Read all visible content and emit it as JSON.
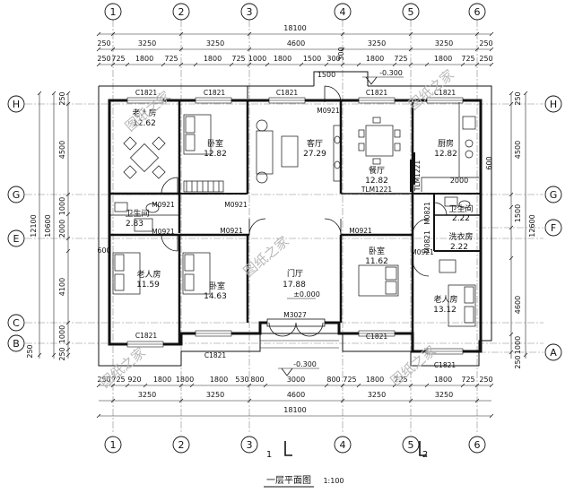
{
  "axes": {
    "top": [
      "1",
      "2",
      "3",
      "4",
      "5",
      "6"
    ],
    "bottom": [
      "1",
      "2",
      "3",
      "4",
      "5",
      "6"
    ],
    "left": [
      "H",
      "G",
      "E",
      "C",
      "B"
    ],
    "right": [
      "H",
      "G",
      "F",
      "A"
    ]
  },
  "dims": {
    "top_total": "18100",
    "top_row1": [
      "250",
      "3250",
      "3250",
      "4600",
      "3250",
      "250"
    ],
    "top_row2": [
      "250",
      "725",
      "1800",
      "725",
      "1800",
      "725",
      "1000",
      "1800",
      "1500",
      "300",
      "1800",
      "725",
      "1800",
      "725",
      "250"
    ],
    "top_extra": [
      "1500",
      "300"
    ],
    "bottom_row1": [
      "250",
      "725",
      "920",
      "1800",
      "530",
      "800",
      "3000",
      "800",
      "725",
      "1800",
      "725",
      "1800",
      "725",
      "250"
    ],
    "bottom_row2": [
      "3250",
      "3250",
      "4600",
      "3250",
      "3250"
    ],
    "bottom_total": "18100",
    "left_total": "12100",
    "left_mid": "10600",
    "left_row": [
      "250",
      "4500",
      "1000",
      "2000",
      "600",
      "4100",
      "1000",
      "250",
      "250"
    ],
    "right_total": "12600",
    "right_row": [
      "250",
      "4500",
      "600",
      "2000",
      "1500",
      "4600",
      "1000",
      "250"
    ]
  },
  "elevations": {
    "top": "-0.300",
    "bottom": "-0.300",
    "entrance": "±0.000"
  },
  "rooms": [
    {
      "name": "老人房",
      "area": "12.62"
    },
    {
      "name": "卧室",
      "area": "12.82"
    },
    {
      "name": "客厅",
      "area": "27.29"
    },
    {
      "name": "餐厅",
      "area": "12.82"
    },
    {
      "name": "厨房",
      "area": "12.82"
    },
    {
      "name": "卫生间",
      "area": "2.83"
    },
    {
      "name": "卫生间",
      "area": "2.22"
    },
    {
      "name": "洗衣房",
      "area": "2.22"
    },
    {
      "name": "老人房",
      "area": "11.59"
    },
    {
      "name": "卧室",
      "area": "14.63"
    },
    {
      "name": "门厅",
      "area": "17.88"
    },
    {
      "name": "卧室",
      "area": "11.62"
    },
    {
      "name": "老人房",
      "area": "13.12"
    }
  ],
  "codes": {
    "c1821": "C1821",
    "m0921": "M0921",
    "m0821": "M0821",
    "m3027": "M3027",
    "tlm1221": "TLM1221",
    "c1821_top": [
      "C1821",
      "C1821",
      "C1821",
      "C1821",
      "C1821"
    ],
    "c1821_bottom": [
      "C1821",
      "C1821",
      "C1821",
      "C1821"
    ]
  },
  "watermark": "图纸之家",
  "title": "一层平面图",
  "scale": "1:100",
  "section_marks": [
    "1",
    "2"
  ]
}
